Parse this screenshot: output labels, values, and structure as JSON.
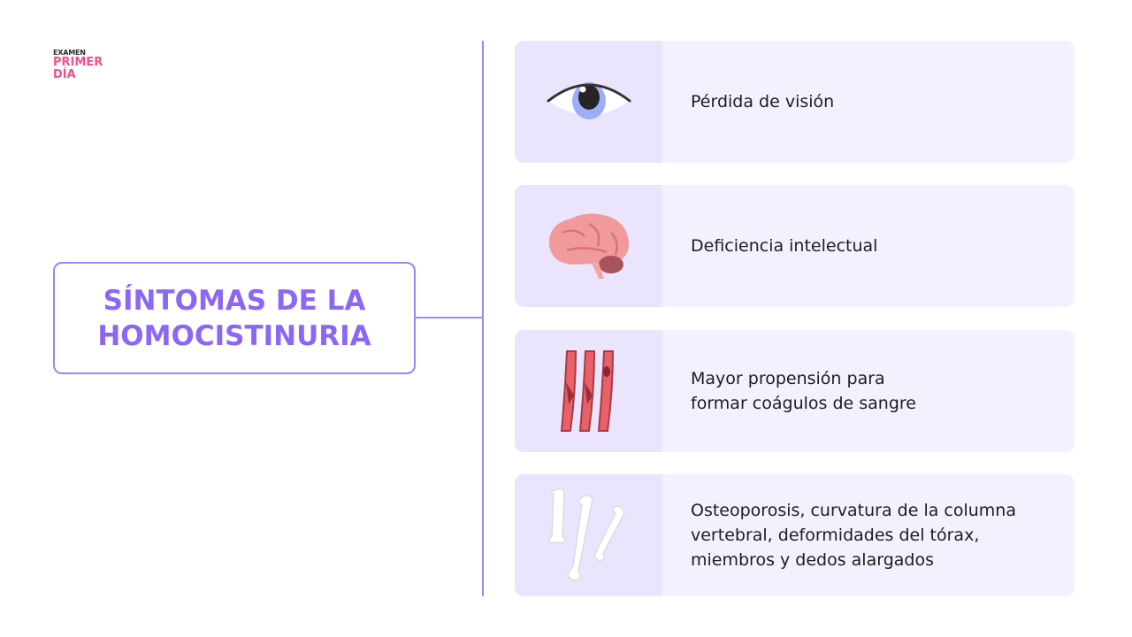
{
  "logo": {
    "line1": "EXAMEN",
    "line2": "PRIMER",
    "line3": "DÍA"
  },
  "title": "SÍNTOMAS DE LA\nHOMOCISTINURIA",
  "colors": {
    "accent": "#8c67f5",
    "border": "#9d86f4",
    "card_bg": "#f4f1fe",
    "icon_bg": "#ebe4fd",
    "logo_pink": "#f0508f"
  },
  "symptoms": [
    {
      "icon": "eye-icon",
      "text": "Pérdida de visión"
    },
    {
      "icon": "brain-icon",
      "text": "Deficiencia intelectual"
    },
    {
      "icon": "blood-vessels-icon",
      "text": "Mayor propensión para\nformar coágulos de sangre"
    },
    {
      "icon": "bones-icon",
      "text": "Osteoporosis, curvatura de la columna\nvertebral, deformidades del tórax,\nmiembros y dedos alargados"
    }
  ]
}
